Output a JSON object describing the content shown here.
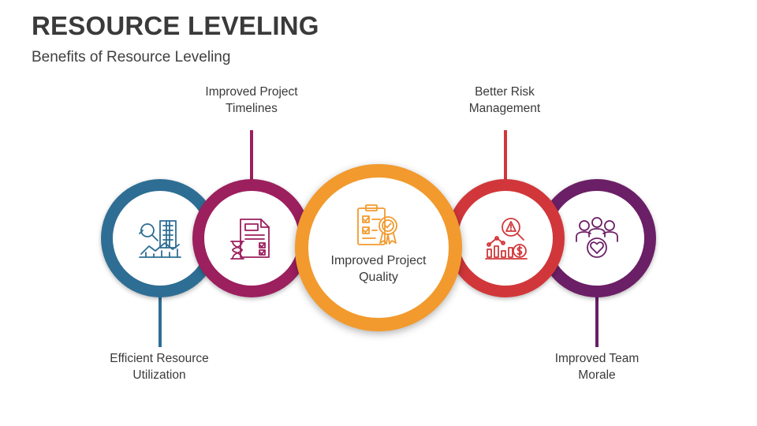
{
  "header": {
    "title": "RESOURCE LEVELING",
    "subtitle": "Benefits of Resource Leveling"
  },
  "items": [
    {
      "line1": "Efficient Resource",
      "line2": "Utilization",
      "color": "#2e6e94",
      "icon": "analytics-search-icon"
    },
    {
      "line1": "Improved Project",
      "line2": "Timelines",
      "color": "#9c1f5e",
      "icon": "timeline-document-icon"
    },
    {
      "line1": "Improved Project",
      "line2": "Quality",
      "color": "#f29a2e",
      "icon": "quality-certificate-icon"
    },
    {
      "line1": "Better Risk",
      "line2": "Management",
      "color": "#d1373a",
      "icon": "risk-analysis-icon"
    },
    {
      "line1": "Improved Team",
      "line2": "Morale",
      "color": "#6b1f66",
      "icon": "team-heart-icon"
    }
  ]
}
